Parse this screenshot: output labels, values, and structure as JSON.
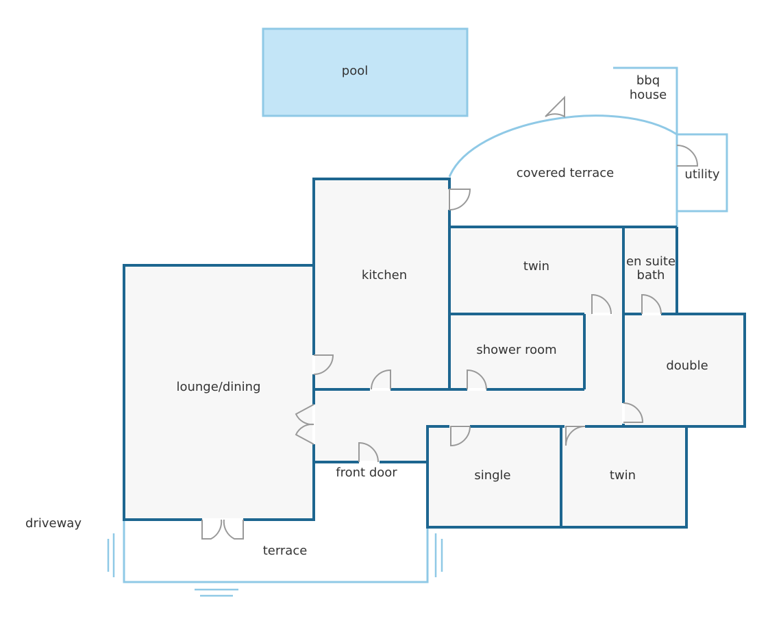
{
  "colors": {
    "wall": "#1d6690",
    "outline": "#8fc9e6",
    "pool_fill": "#c3e5f7",
    "pool_stroke": "#8fc9e6",
    "room_fill": "#f7f7f7",
    "door": "#999999",
    "text": "#333333"
  },
  "rooms": {
    "pool": "pool",
    "bbq_line1": "bbq",
    "bbq_line2": "house",
    "covered_terrace": "covered terrace",
    "utility": "utility",
    "kitchen": "kitchen",
    "twin_top": "twin",
    "ensuite_line1": "en suite",
    "ensuite_line2": "bath",
    "shower_room": "shower room",
    "double": "double",
    "lounge_dining": "lounge/dining",
    "front_door": "front door",
    "single": "single",
    "twin_bottom": "twin",
    "driveway": "driveway",
    "terrace": "terrace"
  },
  "icons": {
    "door": "door-swing-icon",
    "double_door": "double-door-icon",
    "steps": "steps-icon"
  }
}
